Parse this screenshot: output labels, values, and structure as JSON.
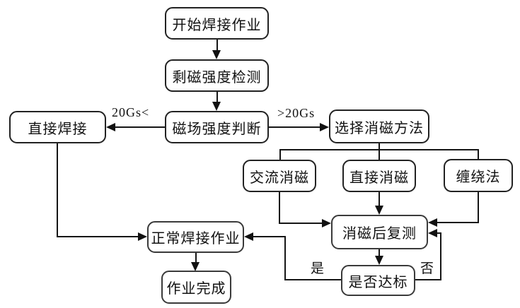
{
  "diagram": {
    "nodes": {
      "start": {
        "label": "开始焊接作业"
      },
      "detect": {
        "label": "剩磁强度检测"
      },
      "judge": {
        "label": "磁场强度判断"
      },
      "direct_weld": {
        "label": "直接焊接"
      },
      "choose": {
        "label": "选择消磁方法"
      },
      "ac_demag": {
        "label": "交流消磁"
      },
      "direct_demag": {
        "label": "直接消磁"
      },
      "winding": {
        "label": "缠绕法"
      },
      "retest": {
        "label": "消磁后复测"
      },
      "normal_weld": {
        "label": "正常焊接作业"
      },
      "check": {
        "label": "是否达标"
      },
      "done": {
        "label": "作业完成"
      }
    },
    "edge_labels": {
      "below_threshold": "20Gs<",
      "above_threshold": ">20Gs",
      "yes": "是",
      "no": "否"
    },
    "edges": [
      {
        "from": "start",
        "to": "detect",
        "label": ""
      },
      {
        "from": "detect",
        "to": "judge",
        "label": ""
      },
      {
        "from": "judge",
        "to": "direct_weld",
        "label": "20Gs<"
      },
      {
        "from": "judge",
        "to": "choose",
        "label": ">20Gs"
      },
      {
        "from": "choose",
        "to": "ac_demag",
        "label": ""
      },
      {
        "from": "choose",
        "to": "direct_demag",
        "label": ""
      },
      {
        "from": "choose",
        "to": "winding",
        "label": ""
      },
      {
        "from": "ac_demag",
        "to": "retest",
        "label": ""
      },
      {
        "from": "direct_demag",
        "to": "retest",
        "label": ""
      },
      {
        "from": "winding",
        "to": "retest",
        "label": ""
      },
      {
        "from": "retest",
        "to": "check",
        "label": ""
      },
      {
        "from": "check",
        "to": "normal_weld",
        "label": "是"
      },
      {
        "from": "check",
        "to": "retest",
        "label": "否"
      },
      {
        "from": "direct_weld",
        "to": "normal_weld",
        "label": ""
      },
      {
        "from": "normal_weld",
        "to": "done",
        "label": ""
      }
    ],
    "colors": {
      "line": "#151515",
      "box_border": "#222222",
      "box_fill": "#ffffff",
      "background": "#ffffff"
    }
  }
}
